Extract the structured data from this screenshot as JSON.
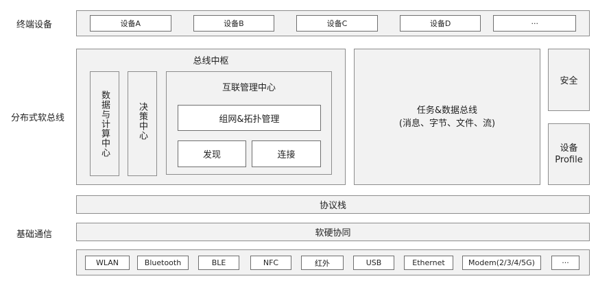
{
  "row_labels": {
    "terminal": "终端设备",
    "distributed": "分布式软总线",
    "basic": "基础通信"
  },
  "devices": [
    "设备A",
    "设备B",
    "设备C",
    "设备D",
    "···"
  ],
  "bus_center": {
    "title": "总线中枢",
    "data_compute": "数据与计算中心",
    "decision": "决策中心",
    "interconnect": {
      "title": "互联管理中心",
      "networking": "组网&拓扑管理",
      "discover": "发现",
      "connect": "连接"
    }
  },
  "task_bus": {
    "line1": "任务&数据总线",
    "line2": "(消息、字节、文件、流)"
  },
  "security": "安全",
  "device_profile": {
    "line1": "设备",
    "line2": "Profile"
  },
  "protocol_stack": "协议栈",
  "hw_sw_collab": "软硬协同",
  "protocols": [
    "WLAN",
    "Bluetooth",
    "BLE",
    "NFC",
    "红外",
    "USB",
    "Ethernet",
    "Modem(2/3/4/5G)",
    "···"
  ]
}
